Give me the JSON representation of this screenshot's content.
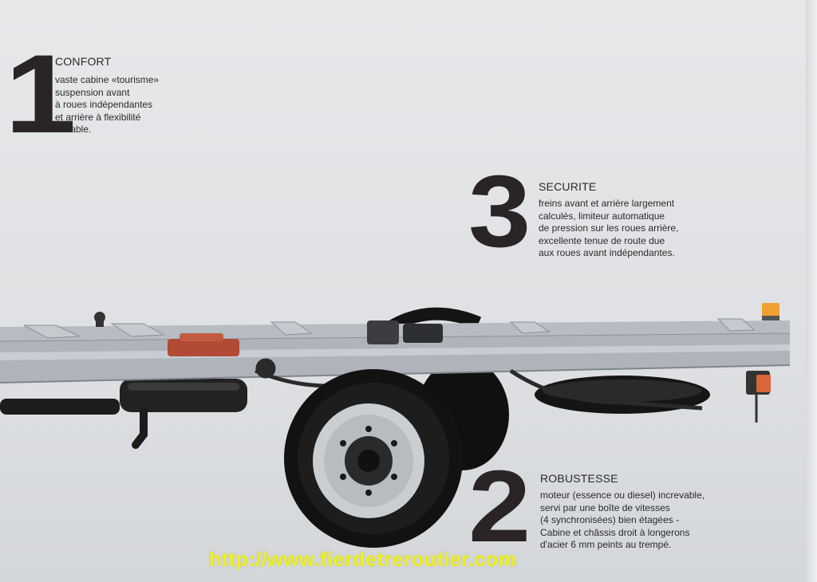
{
  "sections": {
    "confort": {
      "number": "1",
      "title": "CONFORT",
      "lines": [
        "vaste cabine «tourisme»",
        "suspension avant",
        "à roues indépendantes",
        "et arrière à flexibilité",
        "variable."
      ]
    },
    "securite": {
      "number": "3",
      "title": "SECURITE",
      "lines": [
        "freins avant et arrière largement",
        "calculés, limiteur automatique",
        "de pression sur les roues arrière,",
        "excellente tenue de route due",
        "aux roues avant indépendantes."
      ]
    },
    "robustesse": {
      "number": "2",
      "title": "ROBUSTESSE",
      "lines": [
        "moteur (essence ou diesel) increvable,",
        "servi par une boîte de vitesses",
        "(4 synchronisées) bien étagées -",
        "Cabine et châssis droit à longerons",
        "d'acier 6 mm peints au trempé."
      ]
    }
  },
  "watermark": "http://www.fierdetreroutier.com",
  "colors": {
    "numeral": "#2a2426",
    "text": "#2a2a2a",
    "watermark": "#eef020",
    "frame": "#b9bfc4",
    "tire": "#141414",
    "rim": "#c9ced3"
  },
  "image": {
    "subject": "truck-chassis-photo"
  }
}
